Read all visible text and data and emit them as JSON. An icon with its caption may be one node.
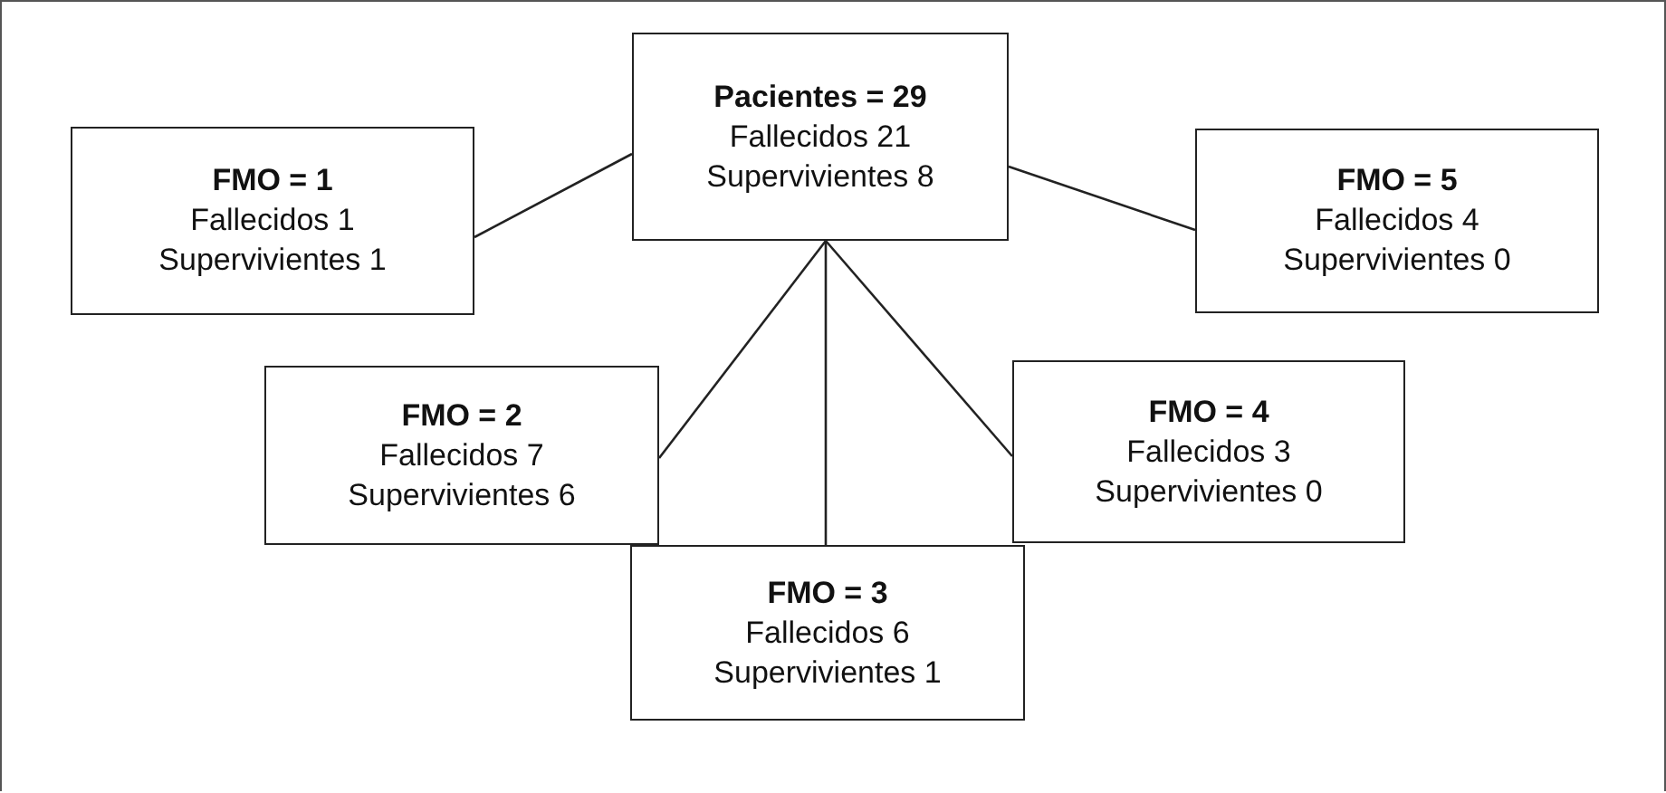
{
  "diagram": {
    "nodes": [
      {
        "text": [
          "Pacientes = 29",
          "Fallecidos 21",
          "Supervivientes 8"
        ]
      },
      {
        "text": [
          "FMO = 1",
          "Fallecidos 1",
          "Supervivientes 1"
        ]
      },
      {
        "text": [
          "FMO = 5",
          "Fallecidos 4",
          "Supervivientes 0"
        ]
      },
      {
        "text": [
          "FMO = 2",
          "Fallecidos 7",
          "Supervivientes 6"
        ]
      },
      {
        "text": [
          "FMO = 4",
          "Fallecidos 3",
          "Supervivientes 0"
        ]
      },
      {
        "text": [
          "FMO = 3",
          "Fallecidos 6",
          "Supervivientes 1"
        ]
      }
    ],
    "edges": [
      {
        "from": 0,
        "to": 1,
        "arrow": "none"
      },
      {
        "from": 0,
        "to": 2,
        "arrow": "none"
      },
      {
        "from": 0,
        "to": 3,
        "arrow": "none"
      },
      {
        "from": 0,
        "to": 5,
        "arrow": "none"
      },
      {
        "from": 0,
        "to": 4,
        "arrow": "none"
      }
    ]
  }
}
